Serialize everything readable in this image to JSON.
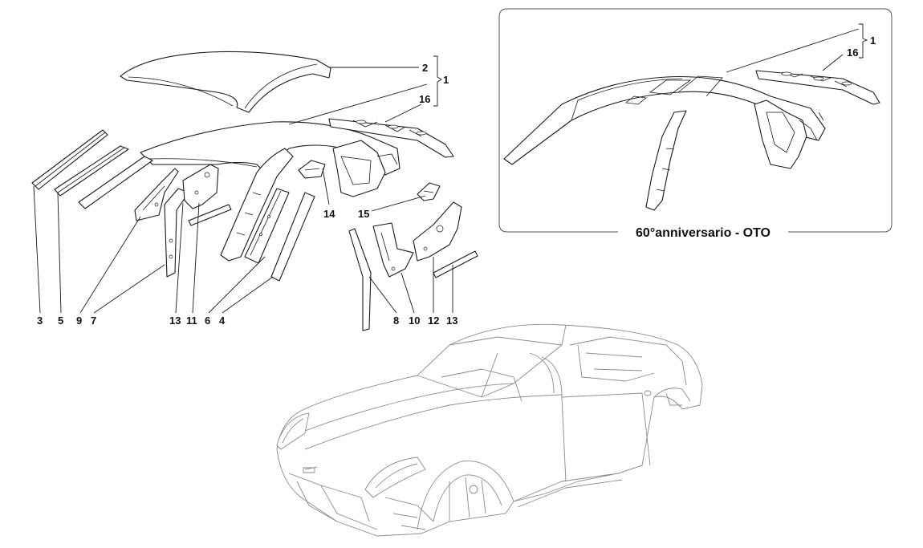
{
  "diagram": {
    "callouts": {
      "c2": "2",
      "c1": "1",
      "c16": "16",
      "c14": "14",
      "c15": "15",
      "c3": "3",
      "c5": "5",
      "c9": "9",
      "c7": "7",
      "c13a": "13",
      "c11": "11",
      "c6": "6",
      "c4": "4",
      "c8": "8",
      "c10": "10",
      "c12": "12",
      "c13b": "13"
    },
    "inset": {
      "title": "60°anniversario - OTO",
      "callouts": {
        "c1": "1",
        "c16": "16"
      }
    }
  }
}
